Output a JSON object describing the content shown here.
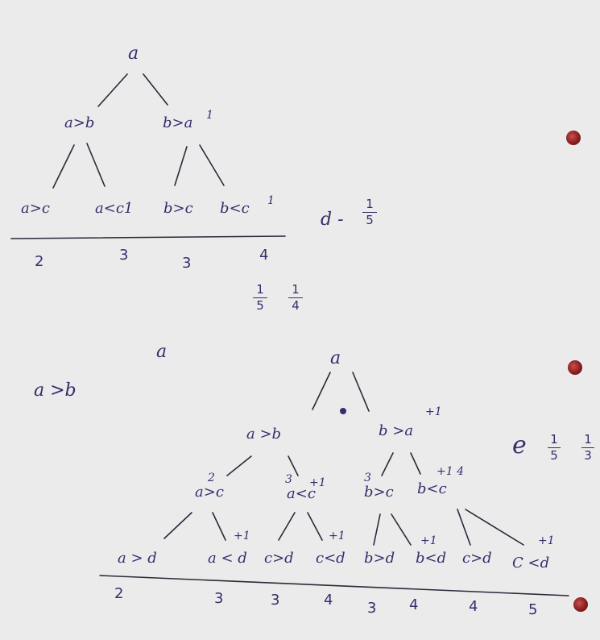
{
  "tree1": {
    "root": "a",
    "level1": [
      "a>b",
      "b>a"
    ],
    "level1_marks": [
      "1"
    ],
    "leaves": [
      "a>c",
      "a<c1",
      "b>c",
      "b<c"
    ],
    "leaf_marks": [
      "1"
    ],
    "counts": [
      "2",
      "3",
      "3",
      "4"
    ]
  },
  "notes": {
    "d_label": "d -",
    "d_num": "1",
    "d_den": "5",
    "mid_num1": "1",
    "mid_den1": "5",
    "mid_num2": "1",
    "mid_den2": "4",
    "stray_a": "a",
    "a_gt_b": "a >b",
    "e_label": "e",
    "e_num1": "1",
    "e_den1": "5",
    "e_num2": "1",
    "e_den2": "3"
  },
  "tree2": {
    "root": "a",
    "level1": [
      "a >b",
      "b >a"
    ],
    "level1_marks": [
      "+1"
    ],
    "level2": [
      "a>c",
      "a<c",
      "b>c",
      "b<c"
    ],
    "level2_marks": [
      "2",
      "3",
      "+1",
      "3",
      "+1 4"
    ],
    "leaves": [
      "a > d",
      "a < d",
      "c>d",
      "c<d",
      "b>d",
      "b<d",
      "c>d",
      "C <d"
    ],
    "leaf_marks": [
      "+1",
      "+1",
      "+1",
      "+1"
    ],
    "counts": [
      "2",
      "3",
      "3",
      "4",
      "3",
      "4",
      "4",
      "5"
    ]
  },
  "colors": {
    "ink": "#3b2b6d",
    "paper": "#ebebeb",
    "hole": "#8a1e1e"
  }
}
